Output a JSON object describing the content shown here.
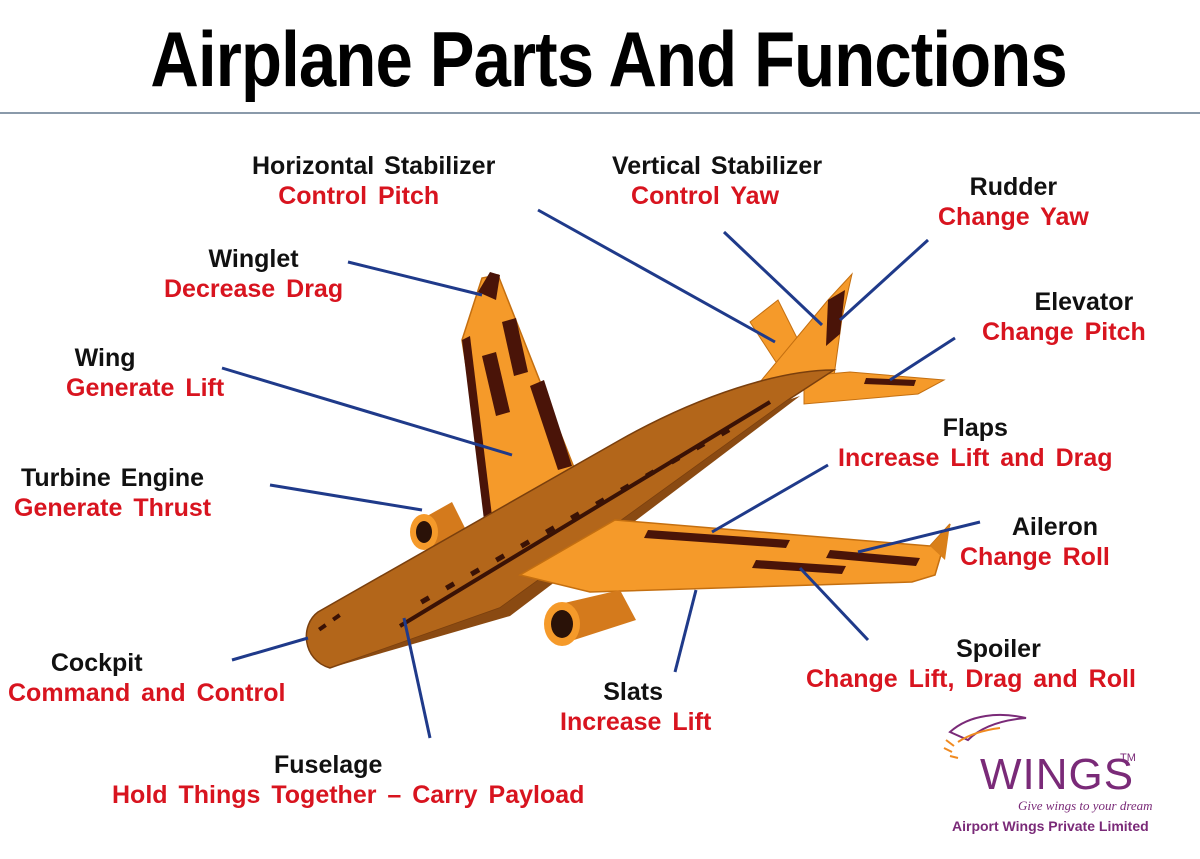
{
  "title": "Airplane Parts And Functions",
  "colors": {
    "body": "#b3661a",
    "body_dark": "#7a3f0d",
    "wing": "#f59a2a",
    "wing_shade": "#d9801a",
    "dark_part": "#4a1408",
    "leader_line": "#1f3a8a",
    "part_name": "#111111",
    "function_text": "#d8141f",
    "logo": "#7a2a78"
  },
  "parts": [
    {
      "name": "Horizontal Stabilizer",
      "function": "Control   Pitch"
    },
    {
      "name": "Vertical Stabilizer",
      "function": "Control   Yaw"
    },
    {
      "name": "Rudder",
      "function": "Change Yaw"
    },
    {
      "name": "Winglet",
      "function": "Decrease Drag"
    },
    {
      "name": "Elevator",
      "function": "Change   Pitch"
    },
    {
      "name": "Wing",
      "function": "Generate Lift"
    },
    {
      "name": "Flaps",
      "function": "Increase Lift  and Drag"
    },
    {
      "name": "Turbine  Engine",
      "function": "Generate  Thrust"
    },
    {
      "name": "Aileron",
      "function": "Change Roll"
    },
    {
      "name": "Cockpit",
      "function": "Command and Control"
    },
    {
      "name": "Spoiler",
      "function": "Change Lift, Drag and Roll"
    },
    {
      "name": "Slats",
      "function": "Increase Lift"
    },
    {
      "name": "Fuselage",
      "function": "Hold Things Together – Carry Payload"
    }
  ],
  "logo": {
    "word": "WINGS",
    "tm": "TM",
    "tagline": "Give wings to your dream",
    "company": "Airport Wings Private Limited",
    "icon": "wing-icon"
  }
}
